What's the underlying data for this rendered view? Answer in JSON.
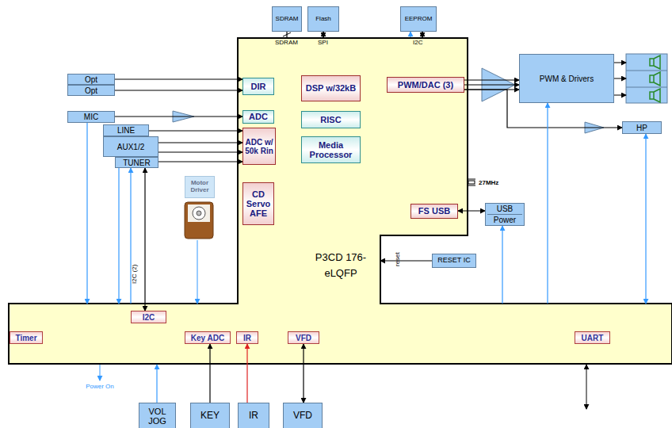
{
  "diagram": {
    "nodes": [
      {
        "text": [
          "SDRAM"
        ]
      },
      {
        "text": [
          "Flash"
        ]
      },
      {
        "text": [
          "EEPROM"
        ]
      },
      {
        "text": [
          "Opt"
        ]
      },
      {
        "text": [
          "Opt"
        ]
      },
      {
        "text": [
          "MIC"
        ]
      },
      {
        "text": [
          "LINE"
        ]
      },
      {
        "text": [
          "AUX1/2"
        ]
      },
      {
        "text": [
          "TUNER"
        ]
      },
      {
        "text": [
          "Motor Driver"
        ]
      },
      {
        "text": [
          "P3CD 176-eLQFP"
        ]
      },
      {
        "text": [
          "DIR"
        ],
        "in": 10
      },
      {
        "text": [
          "ADC"
        ],
        "in": 10
      },
      {
        "text": [
          "ADC w/ 50k Rin"
        ],
        "in": 10
      },
      {
        "text": [
          "CD Servo AFE"
        ],
        "in": 10
      },
      {
        "text": [
          "DSP w/32kB"
        ],
        "in": 10
      },
      {
        "text": [
          "RISC"
        ],
        "in": 10
      },
      {
        "text": [
          "Media Processor"
        ],
        "in": 10
      },
      {
        "text": [
          "PWM/DAC (3)"
        ],
        "in": 10
      },
      {
        "text": [
          "FS USB"
        ],
        "in": 10
      },
      {
        "text": [
          "I2C"
        ],
        "in": 10
      },
      {
        "text": [
          "Timer"
        ],
        "in": 10
      },
      {
        "text": [
          "Key ADC"
        ],
        "in": 10
      },
      {
        "text": [
          "IR"
        ],
        "in": 10
      },
      {
        "text": [
          "VFD"
        ],
        "in": 10
      },
      {
        "text": [
          "UART"
        ],
        "in": 10
      },
      {
        "text": [
          "PWM & Drivers"
        ]
      },
      {
        "text": [
          "HP"
        ]
      },
      {
        "text": [
          "USB",
          "Power"
        ]
      },
      {
        "text": [
          "RESET IC"
        ]
      },
      {
        "text": [
          "VOL JOG"
        ]
      },
      {
        "text": [
          "KEY"
        ]
      },
      {
        "text": [
          "IR"
        ]
      },
      {
        "text": [
          "VFD"
        ]
      }
    ],
    "edges": [
      {
        "from": 0,
        "to": 10,
        "arrow": "none"
      },
      {
        "from": 1,
        "to": 10,
        "arrow": "both"
      },
      {
        "from": 10,
        "to": 2,
        "arrow": "to"
      },
      {
        "from": 10,
        "to": 2,
        "arrow": "both"
      },
      {
        "from": 3,
        "to": 11,
        "arrow": "to"
      },
      {
        "from": 4,
        "to": 11,
        "arrow": "to"
      },
      {
        "from": 5,
        "to": 12,
        "arrow": "to"
      },
      {
        "from": 6,
        "to": 13,
        "arrow": "to"
      },
      {
        "from": 7,
        "to": 13,
        "arrow": "to"
      },
      {
        "from": 7,
        "to": 13,
        "arrow": "to"
      },
      {
        "from": 8,
        "to": 13,
        "arrow": "to"
      },
      {
        "from": 18,
        "to": 26,
        "arrow": "to"
      },
      {
        "from": 18,
        "to": 26,
        "arrow": "to"
      },
      {
        "from": 18,
        "to": 26,
        "arrow": "to"
      },
      {
        "from": 18,
        "to": 27,
        "arrow": "to"
      },
      {
        "from": 19,
        "to": 28,
        "arrow": "both"
      },
      {
        "from": 29,
        "to": 10,
        "arrow": "to"
      },
      {
        "from": 5,
        "to": 10,
        "arrow": "to"
      },
      {
        "from": 8,
        "to": 10,
        "arrow": "to"
      },
      {
        "from": 10,
        "to": 8,
        "arrow": "to"
      },
      {
        "from": 8,
        "to": 20,
        "arrow": "both",
        "label": "I2C (2)"
      },
      {
        "from": 10,
        "to": 28,
        "arrow": "to"
      },
      {
        "from": 10,
        "to": 26,
        "arrow": "to"
      },
      {
        "from": 10,
        "to": 27,
        "arrow": "both"
      },
      {
        "from": 30,
        "to": 10,
        "arrow": "to"
      },
      {
        "from": 31,
        "to": 22,
        "arrow": "to"
      },
      {
        "from": 32,
        "to": 23,
        "arrow": "to"
      },
      {
        "from": 33,
        "to": 24,
        "arrow": "both"
      }
    ],
    "labels": [
      "SDRAM",
      "SPI",
      "I2C",
      "27MHz",
      "reset",
      "Power On"
    ]
  }
}
